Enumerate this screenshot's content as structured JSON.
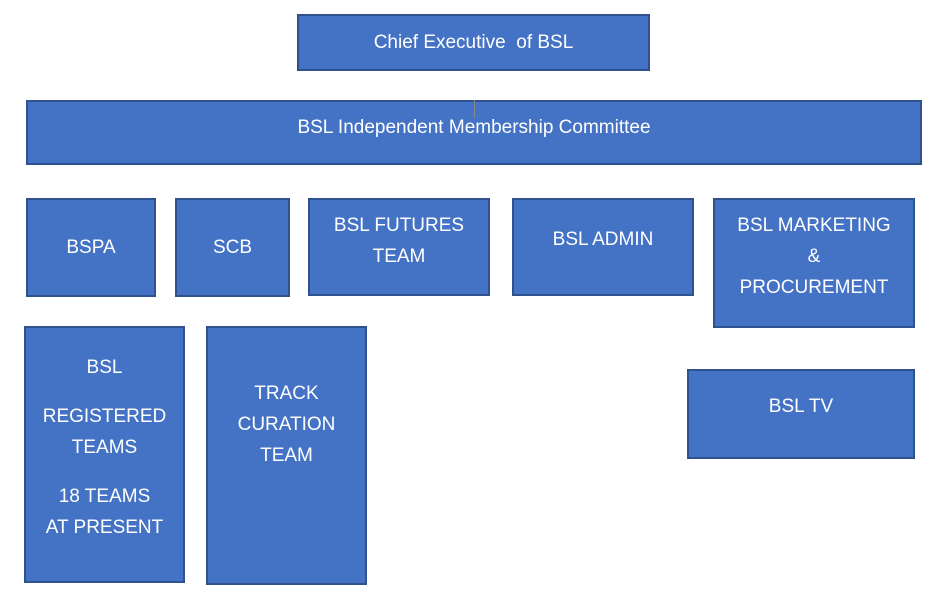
{
  "colors": {
    "fill": "#4472c4",
    "border": "#2f528f",
    "text": "#ffffff"
  },
  "chart": {
    "ceo": "Chief Executive  of BSL",
    "committee": "BSL Independent Membership Committee",
    "bspa": "BSPA",
    "scb": "SCB",
    "futures": [
      "BSL FUTURES",
      "TEAM"
    ],
    "admin": "BSL ADMIN",
    "marketing": [
      "BSL MARKETING",
      "&",
      "PROCUREMENT"
    ],
    "teams": [
      "BSL",
      "REGISTERED",
      "TEAMS",
      "18 TEAMS",
      "AT PRESENT"
    ],
    "track": [
      "TRACK",
      "CURATION",
      "TEAM"
    ],
    "tv": "BSL TV"
  }
}
